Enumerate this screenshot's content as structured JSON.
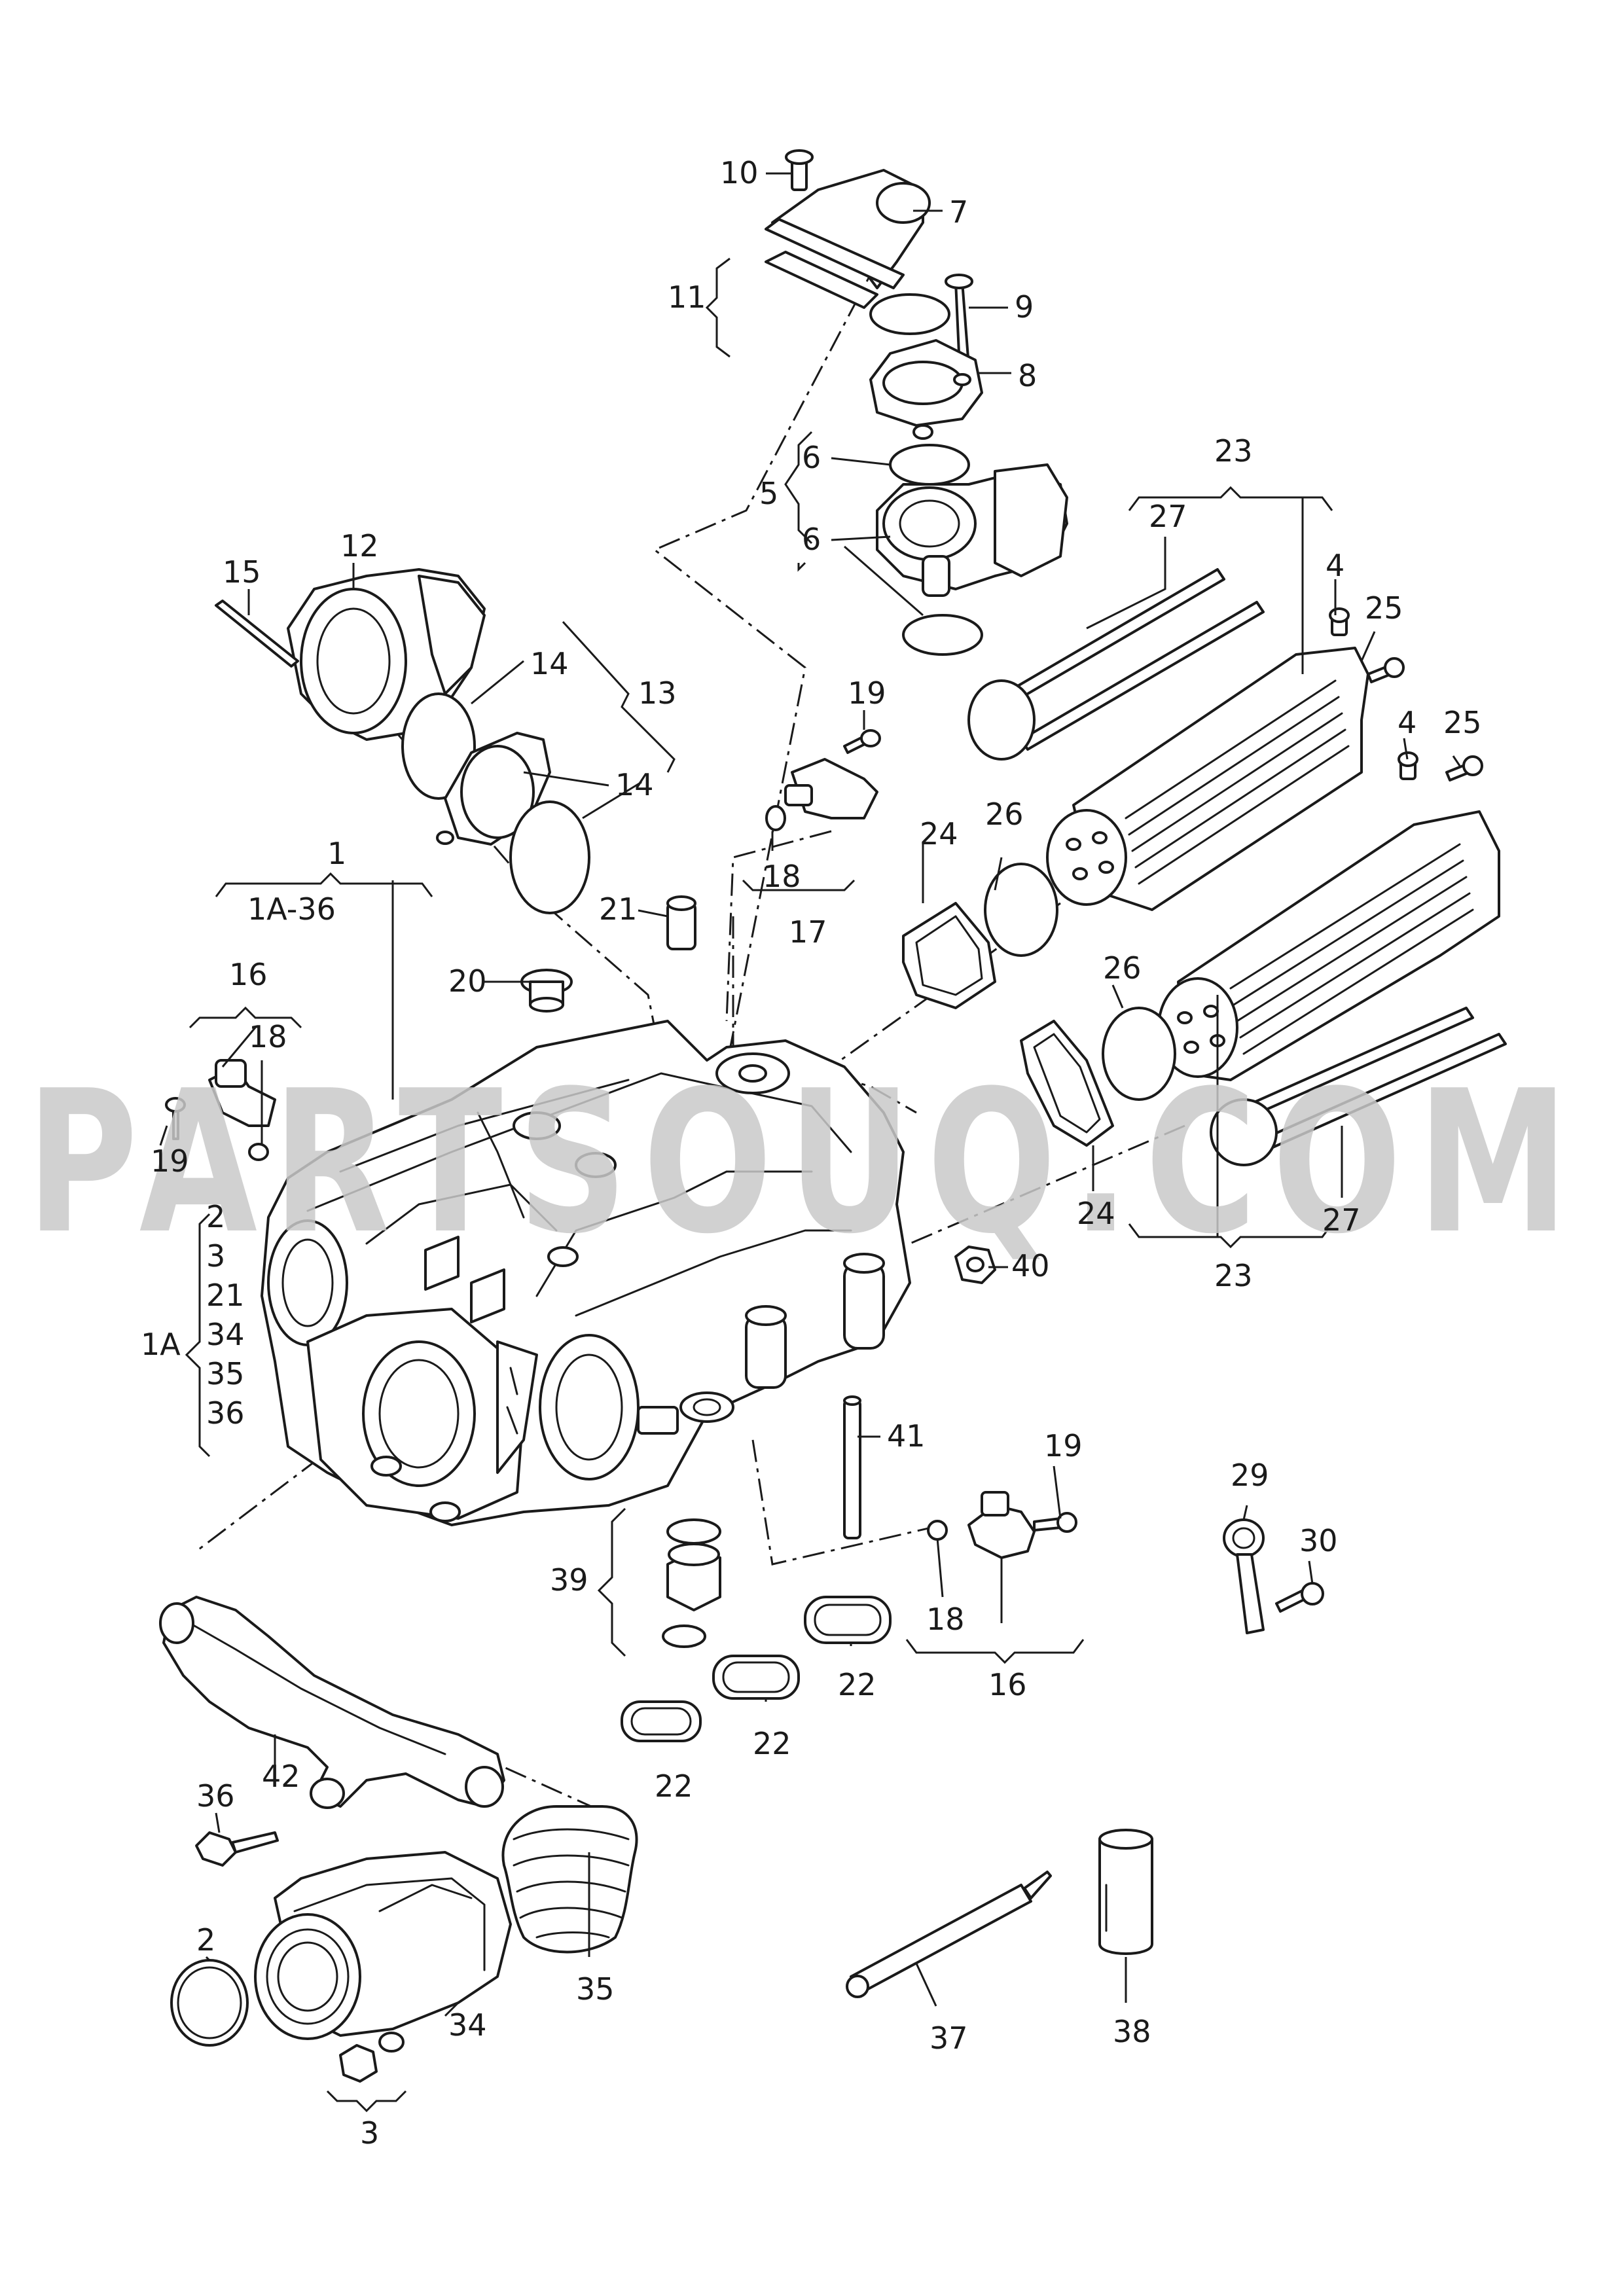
{
  "watermark": "PARTSOUQ.COM",
  "labels": {
    "l1": "1",
    "l1a36": "1A-36",
    "l1a": "1A",
    "l2a": "2",
    "l3a": "3",
    "l21a": "21",
    "l34a": "34",
    "l35a": "35",
    "l36a": "36",
    "l2": "2",
    "l3": "3",
    "l4a": "4",
    "l4b": "4",
    "l5": "5",
    "l6a": "6",
    "l6b": "6",
    "l7": "7",
    "l8": "8",
    "l9": "9",
    "l10": "10",
    "l11": "11",
    "l12": "12",
    "l13": "13",
    "l14a": "14",
    "l14b": "14",
    "l15": "15",
    "l16a": "16",
    "l16b": "16",
    "l17": "17",
    "l18a": "18",
    "l18b": "18",
    "l18c": "18",
    "l19a": "19",
    "l19b": "19",
    "l19c": "19",
    "l20": "20",
    "l21": "21",
    "l22a": "22",
    "l22b": "22",
    "l22c": "22",
    "l23a": "23",
    "l23b": "23",
    "l24a": "24",
    "l24b": "24",
    "l25a": "25",
    "l25b": "25",
    "l26a": "26",
    "l26b": "26",
    "l27a": "27",
    "l27b": "27",
    "l29": "29",
    "l30": "30",
    "l34": "34",
    "l35": "35",
    "l36": "36",
    "l37": "37",
    "l38": "38",
    "l39": "39",
    "l40": "40",
    "l41": "41",
    "l42": "42"
  },
  "colors": {
    "line": "#1a1a1a",
    "background": "#ffffff",
    "watermark": "#c9c9c9"
  }
}
